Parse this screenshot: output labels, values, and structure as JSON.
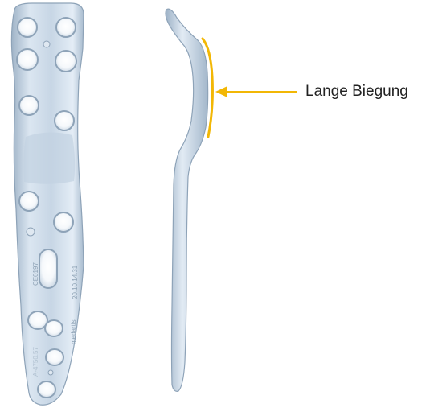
{
  "annotation": {
    "label": "Lange Biegung",
    "highlight_color": "#f2b705"
  },
  "plate_markings": {
    "ce_mark": "CE0197",
    "part_number": "20.10.14.31",
    "brand": "medartis",
    "lower_code": "A-4750.57"
  },
  "colors": {
    "plate_light": "#e6eef6",
    "plate_mid": "#b4c6d8",
    "plate_dark": "#7f95ab",
    "background": "#ffffff"
  }
}
